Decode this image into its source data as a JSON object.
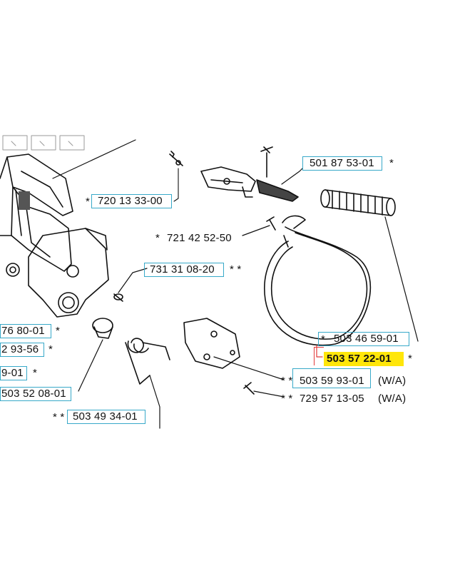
{
  "parts": [
    {
      "id": "p1",
      "number": "501 87 53-01",
      "prefix": "",
      "suffix": "*",
      "note": ""
    },
    {
      "id": "p2",
      "number": "720 13 33-00",
      "prefix": "*",
      "suffix": "",
      "note": ""
    },
    {
      "id": "p3",
      "number": "721 42 52-50",
      "prefix": "*",
      "suffix": "",
      "note": ""
    },
    {
      "id": "p4",
      "number": "731 31 08-20",
      "prefix": "",
      "suffix": "* *",
      "note": ""
    },
    {
      "id": "p5",
      "number": "503 46 59-01",
      "prefix": "*",
      "suffix": "",
      "note": ""
    },
    {
      "id": "p6",
      "number": "503 57 22-01",
      "prefix": "",
      "suffix": "*",
      "note": "",
      "highlighted": true
    },
    {
      "id": "p7",
      "number": "503 59 93-01",
      "prefix": "* *",
      "suffix": "",
      "note": "(W/A)"
    },
    {
      "id": "p8",
      "number": "729 57 13-05",
      "prefix": "* *",
      "suffix": "",
      "note": "(W/A)"
    },
    {
      "id": "p9",
      "number": "76 80-01",
      "prefix": "",
      "suffix": "*",
      "note": ""
    },
    {
      "id": "p10",
      "number": "2 93-56",
      "prefix": "",
      "suffix": "*",
      "note": ""
    },
    {
      "id": "p11",
      "number": "9-01",
      "prefix": "",
      "suffix": "*",
      "note": ""
    },
    {
      "id": "p12",
      "number": "503 52 08-01",
      "prefix": "",
      "suffix": "",
      "note": ""
    },
    {
      "id": "p13",
      "number": "503 49 34-01",
      "prefix": "* *",
      "suffix": "",
      "note": ""
    }
  ],
  "colors": {
    "label_box": "#38a9c9",
    "highlight": "#ffe60a",
    "marker": "#e23a3a",
    "ink": "#111111"
  },
  "icons": [
    "zoom-icon",
    "zoom-out-icon",
    "fit-icon"
  ]
}
